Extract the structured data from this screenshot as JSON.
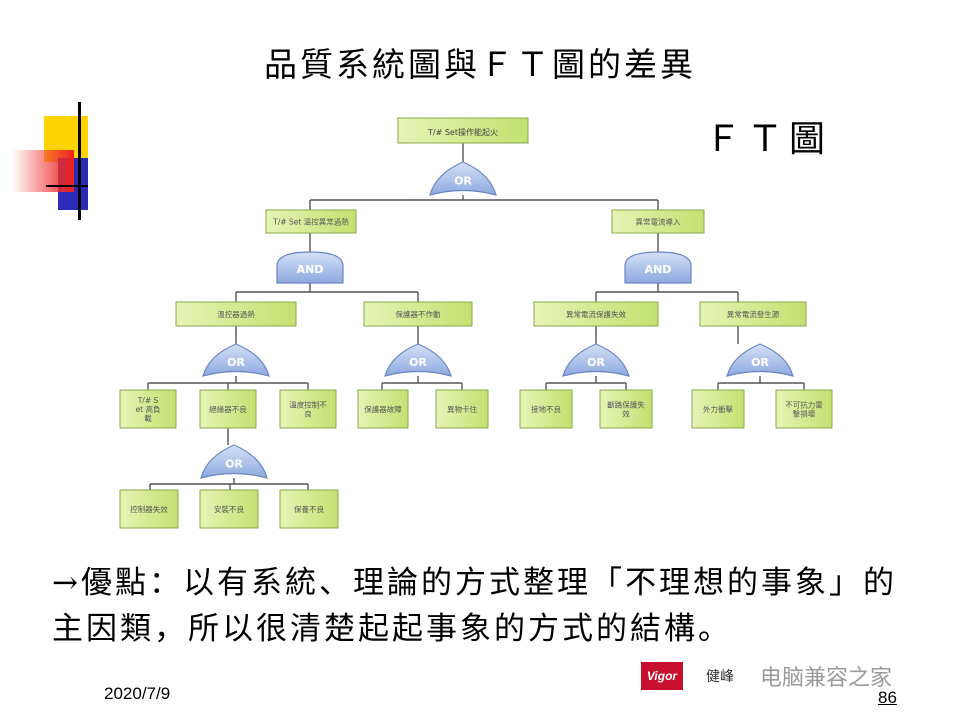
{
  "slide": {
    "title": "品質系統圖與ＦＴ圖的差異",
    "ft_label": "ＦＴ圖",
    "bullet": "→優點：以有系統、理論的方式整理「不理想的事象」的主因類，所以很清楚起起事象的方式的結構。",
    "date": "2020/7/9",
    "page_number": "86",
    "logo_text": "Vigor",
    "footer_text": "健峰",
    "watermark": "电脑兼容之家"
  },
  "diagram": {
    "top_event": "T/# Set操作能起火",
    "gates": {
      "g_top": "OR",
      "g_left": "AND",
      "g_right": "AND",
      "g_ll": "OR",
      "g_lr": "OR",
      "g_rl": "OR",
      "g_rr": "OR",
      "g_low": "OR"
    },
    "level2": {
      "left": "T/# Set 溫控異常過熱",
      "right": "異常電流導入"
    },
    "level3": {
      "a": "溫控器過熱",
      "b": "保護器不作動",
      "c": "異常電流保護失效",
      "d": "異常電流發生源"
    },
    "level4": {
      "a1": "T/# Set 高負載",
      "a2": "絕緣器不良",
      "a3": "溫度控制不良",
      "b1": "保護器故障",
      "b2": "異物卡住",
      "c1": "接地不良",
      "c2": "斷路保護失效",
      "d1": "外力衝擊",
      "d2": "不可抗力雷擊損壞"
    },
    "level5": {
      "e1": "控制器失效",
      "e2": "安裝不良",
      "e3": "保養不良"
    },
    "colors": {
      "box_fill": "#d4ec8c",
      "box_stroke": "#8aa84a",
      "gate_fill": "#a7bde8",
      "gate_stroke": "#6b86c0",
      "line": "#555555"
    }
  }
}
